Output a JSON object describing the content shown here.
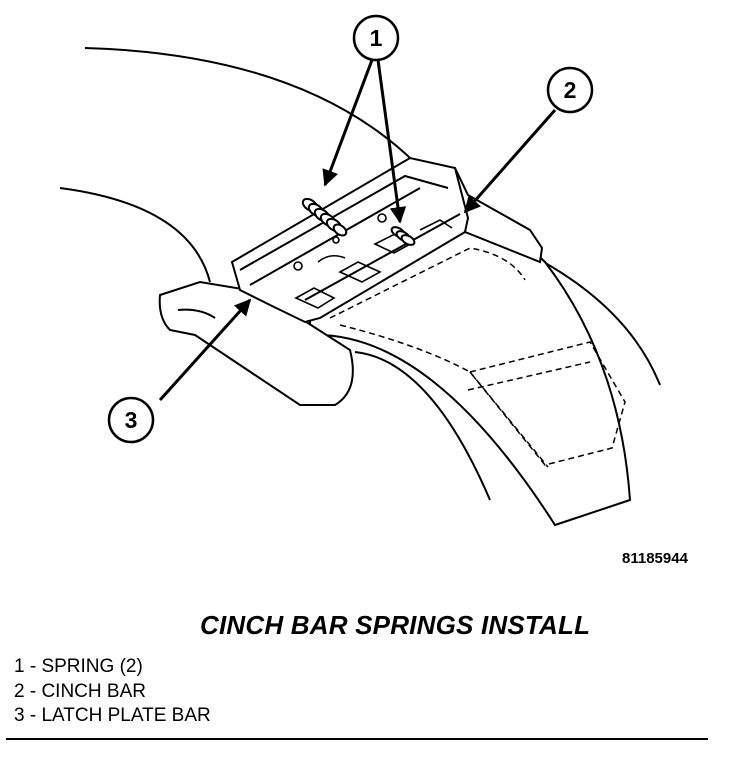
{
  "callouts": [
    "1",
    "2",
    "3"
  ],
  "reference_code": "81185944",
  "title": "CINCH BAR SPRINGS INSTALL",
  "legend": [
    "1 - SPRING (2)",
    "2 - CINCH BAR",
    "3 - LATCH PLATE BAR"
  ]
}
